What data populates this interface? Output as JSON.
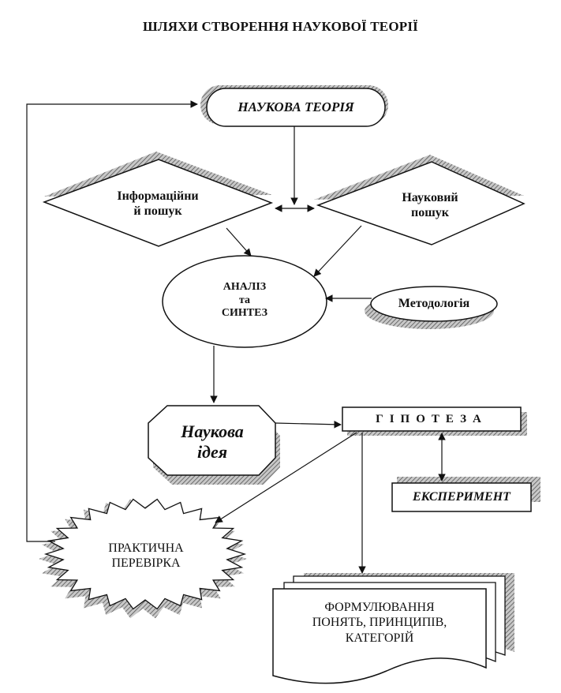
{
  "title": "ШЛЯХИ СТВОРЕННЯ НАУКОВОЇ ТЕОРІЇ",
  "nodes": {
    "theory": "НАУКОВА ТЕОРІЯ",
    "info_search_line1": "Інформаційни",
    "info_search_line2": "й пошук",
    "sci_search_line1": "Науковий",
    "sci_search_line2": "пошук",
    "analysis_line1": "АНАЛІЗ",
    "analysis_line2": "та",
    "analysis_line3": "СИНТЕЗ",
    "methodology": "Методологія",
    "idea_line1": "Наукова",
    "idea_line2": "ідея",
    "hypothesis": "ГІПОТЕЗА",
    "experiment": "ЕКСПЕРИМЕНТ",
    "practice_line1": "ПРАКТИЧНА",
    "practice_line2": "ПЕРЕВІРКА",
    "formulation_line1": "ФОРМУЛЮВАННЯ",
    "formulation_line2": "ПОНЯТЬ, ПРИНЦИПІВ,",
    "formulation_line3": "КАТЕГОРІЙ"
  },
  "colors": {
    "ink": "#111111",
    "shadow": "#9a9a9a",
    "fill": "#ffffff"
  }
}
